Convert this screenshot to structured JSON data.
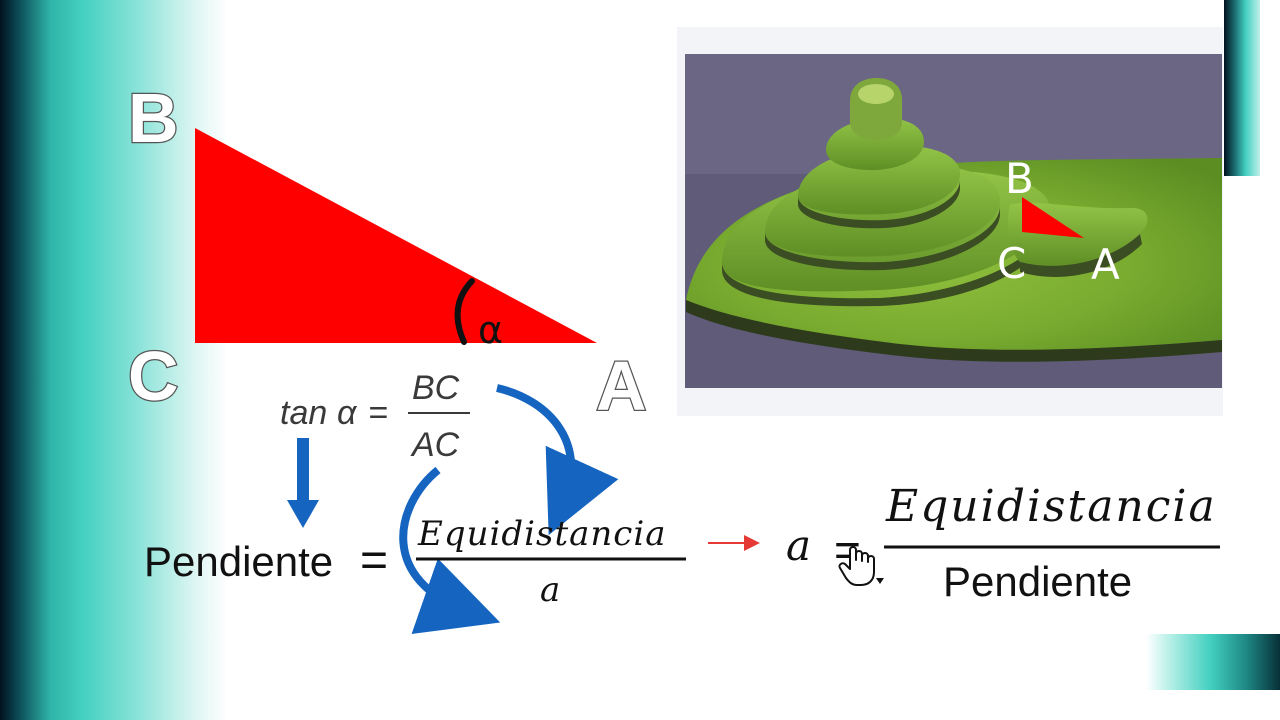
{
  "triangle": {
    "vertex_b": "B",
    "vertex_c": "C",
    "vertex_a": "A",
    "angle_symbol": "α",
    "fill_color": "#ff0000"
  },
  "photo": {
    "label_b": "B",
    "label_c": "C",
    "label_a": "A",
    "marker_color": "#ff0000"
  },
  "formula_tan": {
    "function": "tan",
    "angle": "α",
    "equals": "=",
    "numerator": "BC",
    "denominator": "AC"
  },
  "formula_slope": {
    "lhs": "Pendiente",
    "equals": "=",
    "numerator": "Equidistancia",
    "denominator": "a"
  },
  "formula_result": {
    "lhs": "a",
    "equals": "=",
    "numerator": "Equidistancia",
    "denominator": "Pendiente"
  },
  "colors": {
    "arrow_blue": "#1565c0",
    "arrow_red": "#e53935",
    "accent_teal": "#43d0c0"
  },
  "icons": {
    "cursor": "hand-pointer-icon"
  }
}
